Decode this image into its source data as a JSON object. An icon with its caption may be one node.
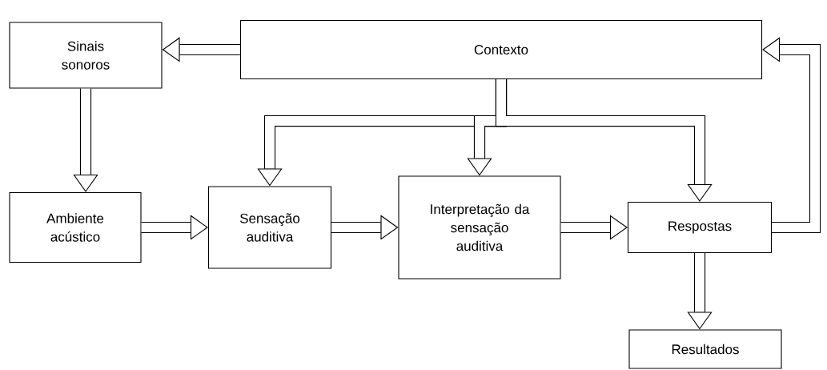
{
  "diagram": {
    "nodes": [
      {
        "text": [
          "Sinais sonoros"
        ]
      },
      {
        "text": [
          "Contexto"
        ]
      },
      {
        "text": [
          "Ambiente acústico"
        ]
      },
      {
        "text": [
          "Sensação auditiva"
        ]
      },
      {
        "text": [
          "Interpretação da sensação auditiva"
        ]
      },
      {
        "text": [
          "Respostas"
        ]
      },
      {
        "text": [
          "Resultados"
        ]
      }
    ],
    "edges": [
      {
        "from": 1,
        "to": 0,
        "arrow": "to"
      },
      {
        "from": 0,
        "to": 2,
        "arrow": "to"
      },
      {
        "from": 2,
        "to": 3,
        "arrow": "to"
      },
      {
        "from": 3,
        "to": 4,
        "arrow": "to"
      },
      {
        "from": 4,
        "to": 5,
        "arrow": "to"
      },
      {
        "from": 5,
        "to": 6,
        "arrow": "to"
      },
      {
        "from": 1,
        "to": 3,
        "arrow": "to"
      },
      {
        "from": 1,
        "to": 4,
        "arrow": "to"
      },
      {
        "from": 1,
        "to": 5,
        "arrow": "to"
      },
      {
        "from": 5,
        "to": 1,
        "arrow": "to"
      }
    ]
  }
}
